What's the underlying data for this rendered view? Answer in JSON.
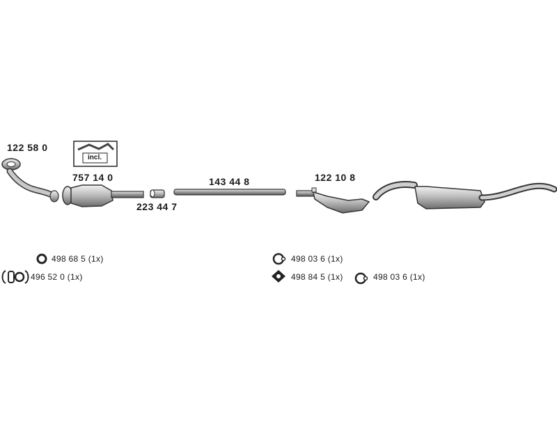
{
  "parts": {
    "front_pipe": "122 58 0",
    "catalytic_converter": "757 14 0",
    "connector_pipe": "223 44 7",
    "middle_pipe": "143 44 8",
    "middle_silencer": "122 10 8"
  },
  "incl_box_label": "incl.",
  "accessories": {
    "gasket_ring": "498 68 5 (1x)",
    "clamp_set": "496 52 0 (1x)",
    "rubber_ring_a": "498 03 6 (1x)",
    "rubber_mount": "498 84 5 (1x)",
    "rubber_ring_b": "498 03 6 (1x)"
  },
  "icons": [
    "gasket-ring-icon",
    "clamp-icon",
    "rubber-ring-icon",
    "rubber-mount-icon"
  ]
}
